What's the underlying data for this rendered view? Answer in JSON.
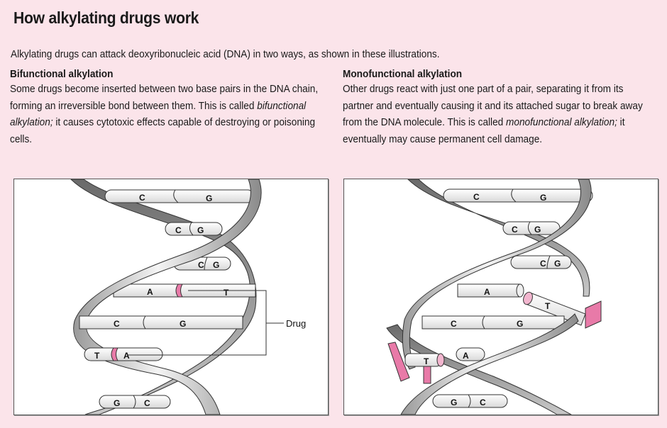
{
  "title": "How alkylating drugs work",
  "intro": "Alkylating drugs can attack deoxyribonucleic acid (DNA) in two ways, as shown in these illustrations.",
  "sections": [
    {
      "heading": "Bifunctional alkylation",
      "text_before": "Some drugs become inserted between two base pairs in the DNA chain, forming an irreversible bond between them. This is called ",
      "italic": "bifunctional alkylation;",
      "text_after": " it causes cytotoxic effects capable of destroying or poisoning cells."
    },
    {
      "heading": "Monofunctional alkylation",
      "text_before": "Other drugs react with just one part of a pair, separating it from its partner and eventually causing it and its attached sugar to break away from the DNA molecule. This is called ",
      "italic": "monofunctional alkylation;",
      "text_after": " it eventually may cause permanent cell damage."
    }
  ],
  "diagrams": {
    "bifunctional": {
      "pairs": [
        {
          "left": "C",
          "right": "G"
        },
        {
          "left": "C",
          "right": "G"
        },
        {
          "left": "C",
          "right": "G"
        },
        {
          "left": "A",
          "right": "T"
        },
        {
          "left": "C",
          "right": "G"
        },
        {
          "left": "T",
          "right": "A"
        },
        {
          "left": "G",
          "right": "C"
        }
      ],
      "callout": "Drug"
    },
    "monofunctional": {
      "pairs": [
        {
          "left": "C",
          "right": "G"
        },
        {
          "left": "C",
          "right": "G"
        },
        {
          "left": "C",
          "right": "G"
        },
        {
          "left": "A",
          "right": "T"
        },
        {
          "left": "C",
          "right": "G"
        },
        {
          "left": "T",
          "right": "A"
        },
        {
          "left": "G",
          "right": "C"
        }
      ]
    }
  },
  "colors": {
    "background": "#fbe4ea",
    "drug_highlight": "#e87aa8",
    "helix_stroke": "#3a3a3a"
  }
}
